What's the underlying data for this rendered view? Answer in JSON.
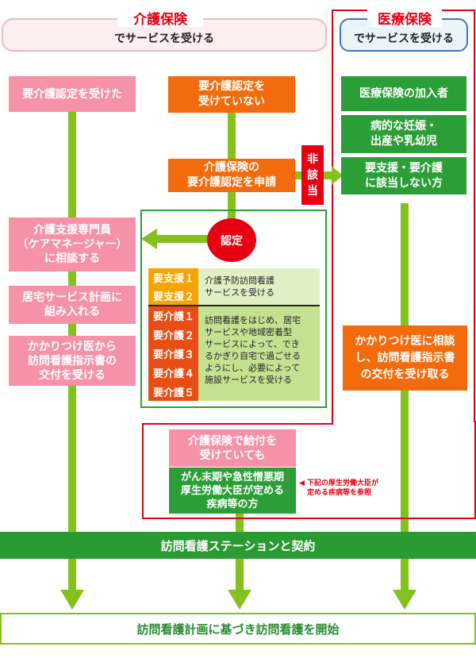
{
  "kaigo": {
    "title": "介護保険",
    "subtitle": "でサービスを受ける"
  },
  "iryo": {
    "title": "医療保険",
    "subtitle": "でサービスを受ける"
  },
  "col1": {
    "nintei_uketa": "要介護認定を受けた",
    "caremanager": [
      "介護支援専門員",
      "（ケアマネージャー）",
      "に相談する"
    ],
    "plan": [
      "居宅サービス計画に",
      "組み入れる"
    ],
    "kakaritsuke": [
      "かかりつけ医から",
      "訪問看護指示書の",
      "交付を受ける"
    ]
  },
  "col2": {
    "not_nintei": [
      "要介護認定を",
      "受けていない"
    ],
    "apply": [
      "介護保険の",
      "要介護認定を申請"
    ],
    "nintei_label": "認定",
    "higaitou": [
      "非",
      "該",
      "当"
    ],
    "shien_levels": [
      "要支援１",
      "要支援２"
    ],
    "shien_desc": [
      "介護予防訪問看護",
      "サービスを受ける"
    ],
    "kaigo_levels": [
      "要介護１",
      "要介護２",
      "要介護３",
      "要介護４",
      "要介護５"
    ],
    "kaigo_desc": [
      "訪問看護をはじめ、居宅",
      "サービスや地域密着型",
      "サービスによって、でき",
      "るかぎり自宅で過ごせる",
      "ようにし、必要によって",
      "施設サービスを受ける"
    ],
    "kyufu": [
      "介護保険で給付を",
      "受けていても"
    ],
    "gan": [
      "がん末期や急性憎悪期",
      "厚生労働大臣が定める",
      "疾病等の方"
    ],
    "note": [
      "下記の厚生労働大臣が",
      "定める疾病等を参照"
    ],
    "note_marker": "◀"
  },
  "col3": {
    "member": "医療保険の加入者",
    "pregnancy": [
      "病的な妊娠・",
      "出産や乳幼児"
    ],
    "not_applicable": [
      "要支援・要介護",
      "に該当しない方"
    ],
    "kakaritsuke": [
      "かかりつけ医に相談",
      "し、訪問看護指示書",
      "の交付を受け取る"
    ]
  },
  "contract": "訪問看護ステーションと契約",
  "start": "訪問看護計画に基づき訪問看護を開始",
  "colors": {
    "pink": "#f592a8",
    "orange": "#f26c0d",
    "green": "#2c9e37",
    "lime": "#85c11e",
    "red": "#e60012",
    "blue": "#3a78c2"
  }
}
